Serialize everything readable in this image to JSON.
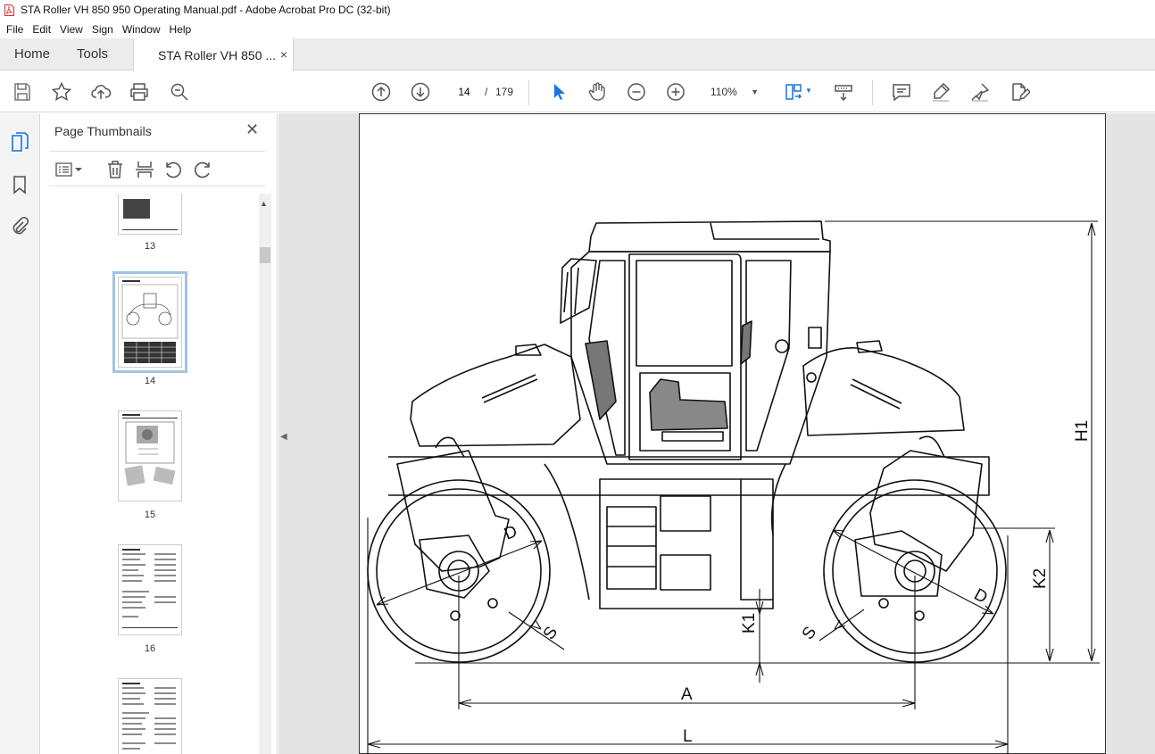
{
  "window": {
    "title": "STA Roller VH 850 950 Operating Manual.pdf - Adobe Acrobat Pro DC (32-bit)"
  },
  "menu": [
    "File",
    "Edit",
    "View",
    "Sign",
    "Window",
    "Help"
  ],
  "tabs": {
    "home": "Home",
    "tools": "Tools",
    "document": "STA Roller VH 850 ...",
    "close": "×"
  },
  "toolbar": {
    "current_page": "14",
    "page_separator": "/",
    "total_pages": "179",
    "zoom": "110%",
    "icons": [
      "save-icon",
      "bookmark-star-icon",
      "share-upload-icon",
      "print-icon",
      "search-zoom-icon",
      "previous-page-icon",
      "next-page-icon",
      "select-cursor-icon",
      "hand-pan-icon",
      "zoom-out-icon",
      "zoom-in-icon",
      "page-fit-icon",
      "scroll-mode-icon",
      "comment-icon",
      "highlight-pen-icon",
      "fill-sign-icon",
      "edit-pdf-icon"
    ]
  },
  "thumbnail_pane": {
    "title": "Page Thumbnails",
    "close": "✕",
    "pages": [
      {
        "label": "13"
      },
      {
        "label": "14",
        "selected": true
      },
      {
        "label": "15"
      },
      {
        "label": "16"
      },
      {
        "label": ""
      }
    ]
  },
  "drawing_labels": {
    "h1": "H1",
    "k1": "K1",
    "k2": "K2",
    "a": "A",
    "l": "L",
    "d_left": "D",
    "d_right": "D",
    "s_left": "S",
    "s_right": "S"
  },
  "colors": {
    "accent": "#1473e6",
    "pdf_red": "#e3262b",
    "selected_outline": "#9fc3e6"
  }
}
